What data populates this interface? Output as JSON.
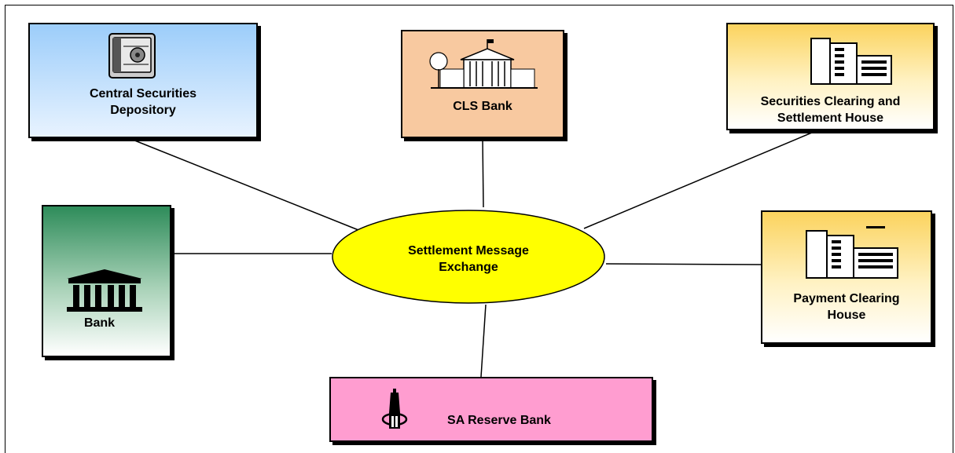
{
  "diagram": {
    "hub": {
      "label": "Settlement Message\nExchange",
      "color": "#ffff00"
    },
    "nodes": {
      "csd": {
        "label": "Central Securities\nDepository",
        "icon": "safe-icon"
      },
      "cls": {
        "label": "CLS Bank",
        "icon": "building-icon"
      },
      "sch": {
        "label": "Securities Clearing and\nSettlement House",
        "icon": "office-building-icon"
      },
      "bank": {
        "label": "Bank",
        "icon": "bank-icon"
      },
      "pch": {
        "label": "Payment Clearing\nHouse",
        "icon": "office-building-icon"
      },
      "sarb": {
        "label": "SA Reserve Bank",
        "icon": "tower-icon"
      }
    },
    "colors": {
      "csd": "#9ccdfa",
      "cls": "#f8c9a0",
      "sch": "#fbd35e",
      "bank": "#2e8c5a",
      "pch": "#fbd35e",
      "sarb": "#ff9dd0"
    }
  }
}
